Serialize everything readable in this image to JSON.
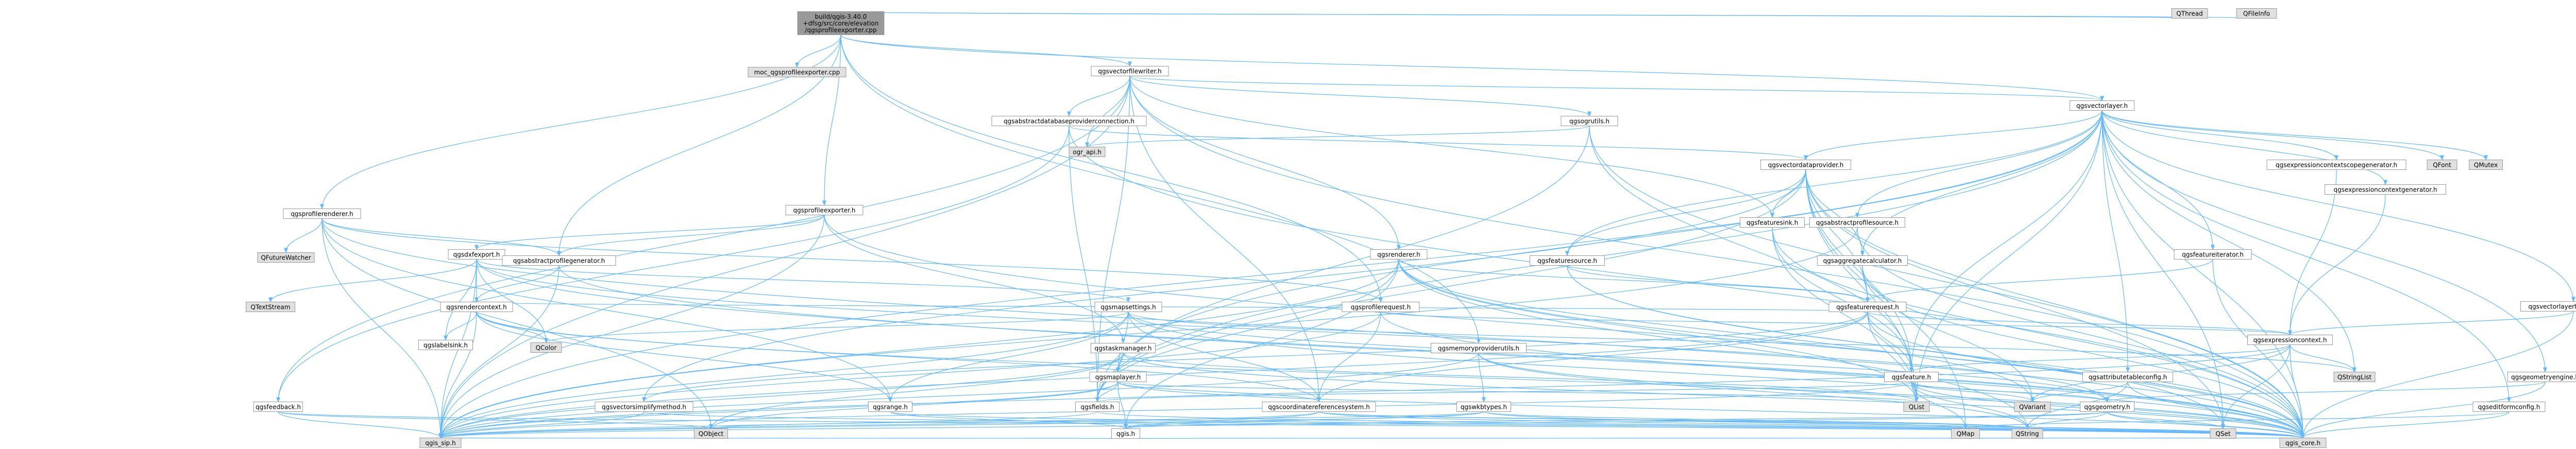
{
  "nodes": {
    "root": {
      "lines": [
        "build/qgis-3.40.0",
        "+dfsg/src/core/elevation",
        "/qgsprofileexporter.cpp"
      ],
      "kind": "root"
    },
    "moc": {
      "lines": [
        "moc_qgsprofileexporter.cpp"
      ],
      "kind": "gray"
    },
    "qgsvectorfilewriter": {
      "lines": [
        "qgsvectorfilewriter.h"
      ],
      "kind": "plain"
    },
    "QThread": {
      "lines": [
        "QThread"
      ],
      "kind": "gray"
    },
    "QFileInfo": {
      "lines": [
        "QFileInfo"
      ],
      "kind": "gray"
    },
    "qgsvectorlayer": {
      "lines": [
        "qgsvectorlayer.h"
      ],
      "kind": "plain"
    },
    "qgsogrutils": {
      "lines": [
        "qgsogrutils.h"
      ],
      "kind": "red"
    },
    "qgsabstractdatabaseproviderconnection": {
      "lines": [
        "qgsabstractdatabaseproviderconnection.h"
      ],
      "kind": "red"
    },
    "ogr_api": {
      "lines": [
        "ogr_api.h"
      ],
      "kind": "gray"
    },
    "qgsprofilerenderer": {
      "lines": [
        "qgsprofilerenderer.h"
      ],
      "kind": "plain"
    },
    "qgsprofileexporter": {
      "lines": [
        "qgsprofileexporter.h"
      ],
      "kind": "plain"
    },
    "qgsvectordataprovider": {
      "lines": [
        "qgsvectordataprovider.h"
      ],
      "kind": "red"
    },
    "qgsfeaturesink": {
      "lines": [
        "qgsfeaturesink.h"
      ],
      "kind": "plain"
    },
    "qgsabstractprofilesource": {
      "lines": [
        "qgsabstractprofilesource.h"
      ],
      "kind": "plain"
    },
    "qgsexpressioncontextscopegenerator": {
      "lines": [
        "qgsexpressioncontextscopegenerator.h"
      ],
      "kind": "plain"
    },
    "qgsexpressioncontextgenerator": {
      "lines": [
        "qgsexpressioncontextgenerator.h"
      ],
      "kind": "plain"
    },
    "QFont": {
      "lines": [
        "QFont"
      ],
      "kind": "gray"
    },
    "QMutex": {
      "lines": [
        "QMutex"
      ],
      "kind": "gray"
    },
    "QFutureWatcher": {
      "lines": [
        "QFutureWatcher"
      ],
      "kind": "gray"
    },
    "qgsdxfexport": {
      "lines": [
        "qgsdxfexport.h"
      ],
      "kind": "plain"
    },
    "qgsabstractprofilegenerator": {
      "lines": [
        "qgsabstractprofilegenerator.h"
      ],
      "kind": "red"
    },
    "qgsrenderer": {
      "lines": [
        "qgsrenderer.h"
      ],
      "kind": "red"
    },
    "qgsfeaturesource": {
      "lines": [
        "qgsfeaturesource.h"
      ],
      "kind": "plain"
    },
    "qgsaggregatecalculator": {
      "lines": [
        "qgsaggregatecalculator.h"
      ],
      "kind": "red"
    },
    "qgsfeatureiterator": {
      "lines": [
        "qgsfeatureiterator.h"
      ],
      "kind": "red"
    },
    "qgsvectorlayertoolscontext": {
      "lines": [
        "qgsvectorlayertoolscontext.h"
      ],
      "kind": "red"
    },
    "QTextStream": {
      "lines": [
        "QTextStream"
      ],
      "kind": "gray"
    },
    "qgsrendercontext": {
      "lines": [
        "qgsrendercontext.h"
      ],
      "kind": "red"
    },
    "qgsmapsettings": {
      "lines": [
        "qgsmapsettings.h"
      ],
      "kind": "red"
    },
    "qgsprofilerequest": {
      "lines": [
        "qgsprofilerequest.h"
      ],
      "kind": "red"
    },
    "qgsfeaturerequest": {
      "lines": [
        "qgsfeaturerequest.h"
      ],
      "kind": "red"
    },
    "qgsexpressioncontext": {
      "lines": [
        "qgsexpressioncontext.h"
      ],
      "kind": "red"
    },
    "qgslabelsink": {
      "lines": [
        "qgslabelsink.h"
      ],
      "kind": "red"
    },
    "QColor": {
      "lines": [
        "QColor"
      ],
      "kind": "gray"
    },
    "qgstaskmanager": {
      "lines": [
        "qgstaskmanager.h"
      ],
      "kind": "red"
    },
    "qgsmemoryproviderutils": {
      "lines": [
        "qgsmemoryproviderutils.h"
      ],
      "kind": "plain"
    },
    "qgsfeature": {
      "lines": [
        "qgsfeature.h"
      ],
      "kind": "red"
    },
    "qgsattributetableconfig": {
      "lines": [
        "qgsattributetableconfig.h"
      ],
      "kind": "red"
    },
    "QStringList": {
      "lines": [
        "QStringList"
      ],
      "kind": "gray"
    },
    "qgsgeometryengine": {
      "lines": [
        "qgsgeometryengine.h"
      ],
      "kind": "red"
    },
    "qgsmaplayer": {
      "lines": [
        "qgsmaplayer.h"
      ],
      "kind": "red"
    },
    "qgsfeedback": {
      "lines": [
        "qgsfeedback.h"
      ],
      "kind": "plain"
    },
    "qgsvectorsimplifymethod": {
      "lines": [
        "qgsvectorsimplifymethod.h"
      ],
      "kind": "red"
    },
    "qgsrange": {
      "lines": [
        "qgsrange.h"
      ],
      "kind": "red"
    },
    "qgsfields": {
      "lines": [
        "qgsfields.h"
      ],
      "kind": "red"
    },
    "qgscoordinatereferencesystem": {
      "lines": [
        "qgscoordinatereferencesystem.h"
      ],
      "kind": "red"
    },
    "qgswkbtypes": {
      "lines": [
        "qgswkbtypes.h"
      ],
      "kind": "plain"
    },
    "QList": {
      "lines": [
        "QList"
      ],
      "kind": "gray"
    },
    "QVariant": {
      "lines": [
        "QVariant"
      ],
      "kind": "gray"
    },
    "qgsgeometry": {
      "lines": [
        "qgsgeometry.h"
      ],
      "kind": "red"
    },
    "qgseditformconfig": {
      "lines": [
        "qgseditformconfig.h"
      ],
      "kind": "red"
    },
    "QObject": {
      "lines": [
        "QObject"
      ],
      "kind": "gray"
    },
    "qgis": {
      "lines": [
        "qgis.h"
      ],
      "kind": "red"
    },
    "QMap": {
      "lines": [
        "QMap"
      ],
      "kind": "gray"
    },
    "QString": {
      "lines": [
        "QString"
      ],
      "kind": "gray"
    },
    "QSet": {
      "lines": [
        "QSet"
      ],
      "kind": "gray"
    },
    "qgis_sip": {
      "lines": [
        "qgis_sip.h"
      ],
      "kind": "gray"
    },
    "qgis_core": {
      "lines": [
        "qgis_core.h"
      ],
      "kind": "gray"
    }
  },
  "edges": [
    [
      "root",
      "moc"
    ],
    [
      "root",
      "qgsvectorfilewriter"
    ],
    [
      "root",
      "QThread"
    ],
    [
      "root",
      "QFileInfo"
    ],
    [
      "root",
      "qgsvectorlayer"
    ],
    [
      "root",
      "qgsprofilerenderer"
    ],
    [
      "root",
      "qgsprofileexporter"
    ],
    [
      "root",
      "qgsabstractprofilegenerator"
    ],
    [
      "root",
      "qgsprofilerequest"
    ],
    [
      "root",
      "qgsmemoryproviderutils"
    ],
    [
      "qgsvectorfilewriter",
      "qgsvectorlayer"
    ],
    [
      "qgsvectorfilewriter",
      "qgsogrutils"
    ],
    [
      "qgsvectorfilewriter",
      "qgsabstractdatabaseproviderconnection"
    ],
    [
      "qgsvectorfilewriter",
      "ogr_api"
    ],
    [
      "qgsvectorfilewriter",
      "qgsfeaturesink"
    ],
    [
      "qgsvectorfilewriter",
      "qgis_core"
    ],
    [
      "qgsvectorfilewriter",
      "qgis_sip"
    ],
    [
      "qgsvectorfilewriter",
      "qgsfields"
    ],
    [
      "qgsvectorfilewriter",
      "qgsrenderer"
    ],
    [
      "qgsvectorfilewriter",
      "qgsfeedback"
    ],
    [
      "qgsvectorfilewriter",
      "qgscoordinatereferencesystem"
    ],
    [
      "qgsvectorlayer",
      "qgsvectordataprovider"
    ],
    [
      "qgsvectorlayer",
      "qgsabstractprofilesource"
    ],
    [
      "qgsvectorlayer",
      "qgsexpressioncontextscopegenerator"
    ],
    [
      "qgsvectorlayer",
      "qgsexpressioncontextgenerator"
    ],
    [
      "qgsvectorlayer",
      "QFont"
    ],
    [
      "qgsvectorlayer",
      "QMutex"
    ],
    [
      "qgsvectorlayer",
      "qgsaggregatecalculator"
    ],
    [
      "qgsvectorlayer",
      "qgsfeatureiterator"
    ],
    [
      "qgsvectorlayer",
      "qgsvectorlayertoolscontext"
    ],
    [
      "qgsvectorlayer",
      "qgsfeaturesource"
    ],
    [
      "qgsvectorlayer",
      "qgsmaplayer"
    ],
    [
      "qgsvectorlayer",
      "qgsfeature"
    ],
    [
      "qgsvectorlayer",
      "qgsattributetableconfig"
    ],
    [
      "qgsvectorlayer",
      "qgseditformconfig"
    ],
    [
      "qgsvectorlayer",
      "qgsgeometryengine"
    ],
    [
      "qgsvectorlayer",
      "qgsfields"
    ],
    [
      "qgsvectorlayer",
      "qgis_core"
    ],
    [
      "qgsvectorlayer",
      "qgis_sip"
    ],
    [
      "qgsvectorlayer",
      "QList"
    ],
    [
      "qgsvectorlayer",
      "QSet"
    ],
    [
      "qgsvectorlayer",
      "QStringList"
    ],
    [
      "qgsvectordataprovider",
      "qgsfeaturesink"
    ],
    [
      "qgsvectordataprovider",
      "qgsfeaturesource"
    ],
    [
      "qgsvectordataprovider",
      "qgsfeaturerequest"
    ],
    [
      "qgsvectordataprovider",
      "qgsaggregatecalculator"
    ],
    [
      "qgsvectordataprovider",
      "qgsfeature"
    ],
    [
      "qgsvectordataprovider",
      "qgsfields"
    ],
    [
      "qgsvectordataprovider",
      "QList"
    ],
    [
      "qgsvectordataprovider",
      "QSet"
    ],
    [
      "qgsvectordataprovider",
      "QMap"
    ],
    [
      "qgsvectordataprovider",
      "qgis_core"
    ],
    [
      "qgsvectordataprovider",
      "qgsvectorsimplifymethod"
    ],
    [
      "qgsfeaturesink",
      "qgsfeature"
    ],
    [
      "qgsfeaturesink",
      "QList"
    ],
    [
      "qgsfeaturesink",
      "qgis_core"
    ],
    [
      "qgsfeaturesource",
      "qgsfeaturerequest"
    ],
    [
      "qgsfeaturesource",
      "QSet"
    ],
    [
      "qgsfeaturesource",
      "qgis_core"
    ],
    [
      "qgsfeatureiterator",
      "qgsfeaturerequest"
    ],
    [
      "qgsfeatureiterator",
      "qgis_core"
    ],
    [
      "qgsaggregatecalculator",
      "qgsfeaturerequest"
    ],
    [
      "qgsaggregatecalculator",
      "QVariant"
    ],
    [
      "qgsaggregatecalculator",
      "qgis_core"
    ],
    [
      "qgsfeaturerequest",
      "qgsexpressioncontext"
    ],
    [
      "qgsfeaturerequest",
      "qgsfeature"
    ],
    [
      "qgsfeaturerequest",
      "qgsrendercontext"
    ],
    [
      "qgsfeaturerequest",
      "qgscoordinatereferencesystem"
    ],
    [
      "qgsfeaturerequest",
      "qgsvectorsimplifymethod"
    ],
    [
      "qgsfeaturerequest",
      "QList"
    ],
    [
      "qgsfeaturerequest",
      "qgis_core"
    ],
    [
      "qgsfeaturerequest",
      "qgis_sip"
    ],
    [
      "qgsexpressioncontext",
      "QStringList"
    ],
    [
      "qgsexpressioncontext",
      "QVariant"
    ],
    [
      "qgsexpressioncontext",
      "QSet"
    ],
    [
      "qgsexpressioncontext",
      "qgsfeature"
    ],
    [
      "qgsexpressioncontext",
      "qgis_core"
    ],
    [
      "qgsexpressioncontext",
      "qgis_sip"
    ],
    [
      "qgsexpressioncontextscopegenerator",
      "qgsexpressioncontext"
    ],
    [
      "qgsexpressioncontextgenerator",
      "qgsexpressioncontext"
    ],
    [
      "qgsfeature",
      "qgsfields"
    ],
    [
      "qgsfeature",
      "qgsgeometry"
    ],
    [
      "qgsfeature",
      "QList"
    ],
    [
      "qgsfeature",
      "QVariant"
    ],
    [
      "qgsfeature",
      "QMap"
    ],
    [
      "qgsfeature",
      "QString"
    ],
    [
      "qgsfeature",
      "qgis_core"
    ],
    [
      "qgsfeature",
      "qgis_sip"
    ],
    [
      "qgsgeometry",
      "QSet"
    ],
    [
      "qgsgeometry",
      "QString"
    ],
    [
      "qgsgeometry",
      "qgis"
    ],
    [
      "qgsgeometry",
      "qgis_core"
    ],
    [
      "qgsgeometry",
      "qgis_sip"
    ],
    [
      "qgsattributetableconfig",
      "QVariant"
    ],
    [
      "qgsattributetableconfig",
      "QString"
    ],
    [
      "qgsattributetableconfig",
      "qgis_core"
    ],
    [
      "qgsgeometryengine",
      "qgsgeometry"
    ],
    [
      "qgsgeometryengine",
      "qgis_core"
    ],
    [
      "qgseditformconfig",
      "QMap"
    ],
    [
      "qgseditformconfig",
      "qgis_core"
    ],
    [
      "qgsvectorlayertoolscontext",
      "qgsexpressioncontext"
    ],
    [
      "qgsvectorlayertoolscontext",
      "qgis_core"
    ],
    [
      "qgsabstractprofilesource",
      "qgis_core"
    ],
    [
      "qgsabstractprofilesource",
      "qgis_sip"
    ],
    [
      "qgsogrutils",
      "ogr_api"
    ],
    [
      "qgsogrutils",
      "qgsfeature"
    ],
    [
      "qgsogrutils",
      "qgis_core"
    ],
    [
      "qgsogrutils",
      "qgsfields"
    ],
    [
      "qgsabstractdatabaseproviderconnection",
      "qgsvectordataprovider"
    ],
    [
      "qgsabstractdatabaseproviderconnection",
      "qgis_core"
    ],
    [
      "qgsabstractdatabaseproviderconnection",
      "qgsfields"
    ],
    [
      "qgsabstractdatabaseproviderconnection",
      "qgsfeedback"
    ],
    [
      "qgsprofilerenderer",
      "QFutureWatcher"
    ],
    [
      "qgsprofilerenderer",
      "qgsabstractprofilegenerator"
    ],
    [
      "qgsprofilerenderer",
      "qgsprofilerequest"
    ],
    [
      "qgsprofilerenderer",
      "qgsrange"
    ],
    [
      "qgsprofilerenderer",
      "qgis_core"
    ],
    [
      "qgsprofilerenderer",
      "qgis_sip"
    ],
    [
      "qgsprofilerenderer",
      "QObject"
    ],
    [
      "qgsprofileexporter",
      "qgsdxfexport"
    ],
    [
      "qgsprofileexporter",
      "qgstaskmanager"
    ],
    [
      "qgsprofileexporter",
      "qgsabstractprofilegenerator"
    ],
    [
      "qgsprofileexporter",
      "qgis_core"
    ],
    [
      "qgsprofileexporter",
      "qgis_sip"
    ],
    [
      "qgsdxfexport",
      "QTextStream"
    ],
    [
      "qgsdxfexport",
      "qgsrendercontext"
    ],
    [
      "qgsdxfexport",
      "qgsmapsettings"
    ],
    [
      "qgsdxfexport",
      "qgslabelsink"
    ],
    [
      "qgsdxfexport",
      "QColor"
    ],
    [
      "qgsdxfexport",
      "qgis_core"
    ],
    [
      "qgsdxfexport",
      "qgis_sip"
    ],
    [
      "qgsdxfexport",
      "qgsgeometry"
    ],
    [
      "qgsabstractprofilegenerator",
      "qgsrendercontext"
    ],
    [
      "qgsabstractprofilegenerator",
      "qgis_core"
    ],
    [
      "qgsabstractprofilegenerator",
      "qgis_sip"
    ],
    [
      "qgsrenderer",
      "qgsfeaturerequest"
    ],
    [
      "qgsrenderer",
      "qgsfields"
    ],
    [
      "qgsrenderer",
      "QList"
    ],
    [
      "qgsrenderer",
      "QString"
    ],
    [
      "qgsrenderer",
      "QVariant"
    ],
    [
      "qgsrenderer",
      "qgis_core"
    ],
    [
      "qgsrenderer",
      "qgis_sip"
    ],
    [
      "qgsrenderer",
      "qgis"
    ],
    [
      "qgsrendercontext",
      "QColor"
    ],
    [
      "qgsrendercontext",
      "qgslabelsink"
    ],
    [
      "qgsrendercontext",
      "qgscoordinatereferencesystem"
    ],
    [
      "qgsrendercontext",
      "qgis_core"
    ],
    [
      "qgsrendercontext",
      "qgis_sip"
    ],
    [
      "qgsrendercontext",
      "qgsrange"
    ],
    [
      "qgsmapsettings",
      "qgsmaplayer"
    ],
    [
      "qgsmapsettings",
      "qgscoordinatereferencesystem"
    ],
    [
      "qgsmapsettings",
      "qgsrange"
    ],
    [
      "qgsmapsettings",
      "QColor"
    ],
    [
      "qgsmapsettings",
      "QStringList"
    ],
    [
      "qgsmapsettings",
      "qgis_core"
    ],
    [
      "qgsmapsettings",
      "qgis_sip"
    ],
    [
      "qgsmapsettings",
      "qgsgeometry"
    ],
    [
      "qgsprofilerequest",
      "qgscoordinatereferencesystem"
    ],
    [
      "qgsprofilerequest",
      "qgsexpressioncontext"
    ],
    [
      "qgsprofilerequest",
      "qgis_core"
    ],
    [
      "qgsprofilerequest",
      "qgis_sip"
    ],
    [
      "qgstaskmanager",
      "QObject"
    ],
    [
      "qgstaskmanager",
      "QList"
    ],
    [
      "qgstaskmanager",
      "qgis_core"
    ],
    [
      "qgstaskmanager",
      "qgis_sip"
    ],
    [
      "qgstaskmanager",
      "qgsmaplayer"
    ],
    [
      "qgsmemoryproviderutils",
      "qgswkbtypes"
    ],
    [
      "qgsmemoryproviderutils",
      "qgis_core"
    ],
    [
      "qgsmemoryproviderutils",
      "qgis_sip"
    ],
    [
      "qgsmemoryproviderutils",
      "QString"
    ],
    [
      "qgswkbtypes",
      "QObject"
    ],
    [
      "qgswkbtypes",
      "QString"
    ],
    [
      "qgswkbtypes",
      "qgis"
    ],
    [
      "qgswkbtypes",
      "qgis_core"
    ],
    [
      "qgswkbtypes",
      "qgis_sip"
    ],
    [
      "qgsmaplayer",
      "QObject"
    ],
    [
      "qgsmaplayer",
      "qgscoordinatereferencesystem"
    ],
    [
      "qgsmaplayer",
      "qgsfields"
    ],
    [
      "qgsmaplayer",
      "QList"
    ],
    [
      "qgsmaplayer",
      "qgis"
    ],
    [
      "qgsmaplayer",
      "qgis_core"
    ],
    [
      "qgsmaplayer",
      "qgis_sip"
    ],
    [
      "qgsfeedback",
      "QObject"
    ],
    [
      "qgsfeedback",
      "qgis_core"
    ],
    [
      "qgsfeedback",
      "qgis_sip"
    ],
    [
      "qgsvectorsimplifymethod",
      "qgis_core"
    ],
    [
      "qgsvectorsimplifymethod",
      "qgis_sip"
    ],
    [
      "qgsrange",
      "qgis"
    ],
    [
      "qgsrange",
      "qgis_core"
    ],
    [
      "qgsfields",
      "qgis_core"
    ],
    [
      "qgsfields",
      "qgis_sip"
    ],
    [
      "qgscoordinatereferencesystem",
      "qgis"
    ],
    [
      "qgscoordinatereferencesystem",
      "QString"
    ],
    [
      "qgscoordinatereferencesystem",
      "QMap"
    ],
    [
      "qgscoordinatereferencesystem",
      "qgis_core"
    ],
    [
      "qgscoordinatereferencesystem",
      "qgis_sip"
    ],
    [
      "qgis",
      "qgis_core"
    ],
    [
      "qgis",
      "qgis_sip"
    ]
  ],
  "colors": {
    "root_fill": "#999999",
    "plain_fill": "#ffffff",
    "gray_fill": "#e0e0e0",
    "red_border": "#ff0000",
    "border": "#999999",
    "edge": "#63b8ff"
  }
}
